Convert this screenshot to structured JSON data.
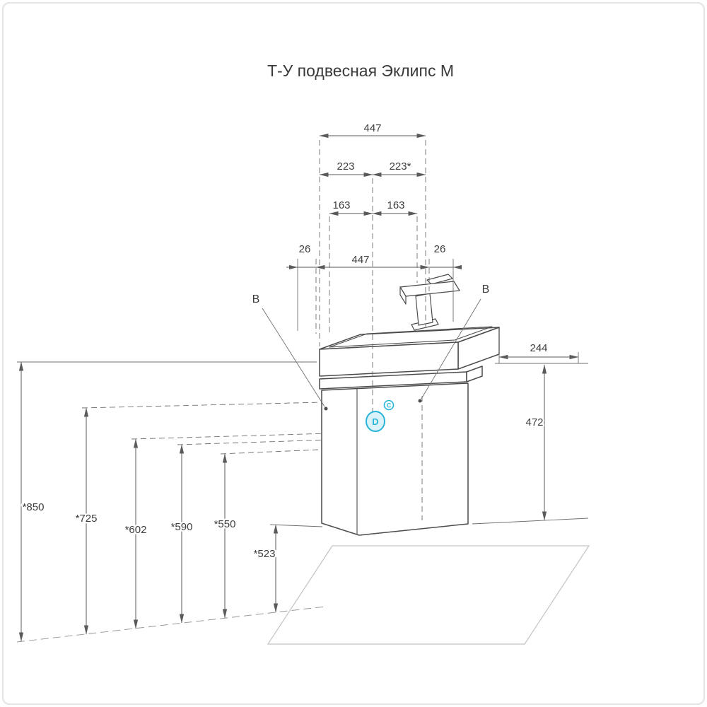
{
  "title": "Т-У подвесная Эклипс М",
  "colors": {
    "accent": "#29b5da",
    "line": "#4c4c4c",
    "dim_text": "#3d3d3d"
  },
  "dimensions": {
    "top": {
      "overall": "447",
      "left_half": "223",
      "right_half": "223*",
      "left_163": "163",
      "right_163": "163",
      "left_26": "26",
      "front": "447",
      "right_26": "26"
    },
    "right": {
      "depth": "244",
      "height": "472"
    },
    "left": {
      "h1": "*850",
      "h2": "*725",
      "h3": "*602",
      "h4": "*590",
      "h5": "*550",
      "h6": "*523"
    }
  },
  "callouts": {
    "left_b": "B",
    "right_b": "B",
    "detail_d": "D",
    "detail_c": "C"
  }
}
